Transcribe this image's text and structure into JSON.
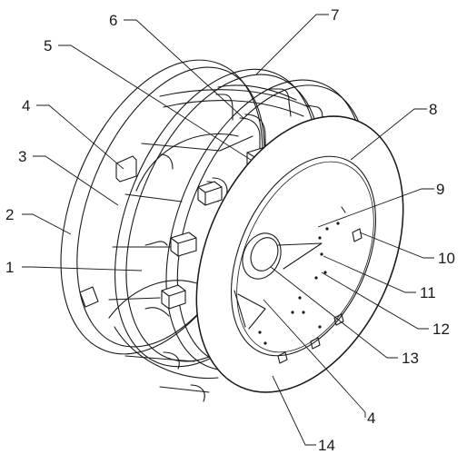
{
  "labels": [
    {
      "id": "1",
      "text": "1"
    },
    {
      "id": "2",
      "text": "2"
    },
    {
      "id": "3",
      "text": "3"
    },
    {
      "id": "4a",
      "text": "4"
    },
    {
      "id": "5",
      "text": "5"
    },
    {
      "id": "6",
      "text": "6"
    },
    {
      "id": "7",
      "text": "7"
    },
    {
      "id": "8",
      "text": "8"
    },
    {
      "id": "9",
      "text": "9"
    },
    {
      "id": "10",
      "text": "10"
    },
    {
      "id": "11",
      "text": "11"
    },
    {
      "id": "12",
      "text": "12"
    },
    {
      "id": "13",
      "text": "13"
    },
    {
      "id": "4b",
      "text": "4"
    },
    {
      "id": "14",
      "text": "14"
    }
  ]
}
